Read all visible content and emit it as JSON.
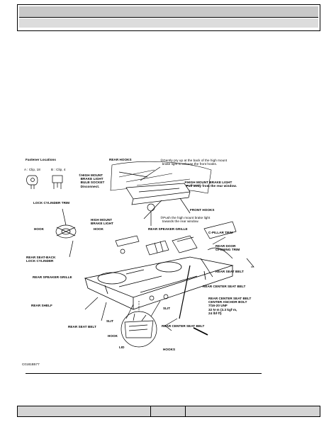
{
  "figure": {
    "fastener_heading": "Fastener Locations",
    "clip_a": "A : Clip, 18",
    "clip_b": "B : Clip, 4",
    "rear_hooks": "REAR HOOKS",
    "step2": "②Gently pry up at the back of the high mount\n  brake light to release the front hooks.",
    "step1": "①HIGH MOUNT\n  BRAKE LIGHT\n  BULB SOCKET\n  Disconnect.",
    "step4": "④HIGH MOUNT BRAKE LIGHT\n  Pull away from the rear window.",
    "step3": "③Push the high mount brake light\n  towards the rear window.",
    "front_hooks": "FRONT HOOKS",
    "lock_cyl_trim": "LOCK CYLINDER TRIM",
    "hook_a": "HOOK",
    "hook_b": "HOOK",
    "hmbl": "HIGH MOUNT\nBRAKE LIGHT",
    "rear_spk_grille_a": "REAR SPEAKER GRILLE",
    "c_pillar": "C-PILLAR TRIM",
    "rear_door_trim": "REAR DOOR\nOPENING TRIM",
    "rear_seat_back": "REAR SEAT-BACK\nLOCK CYLINDER",
    "rear_spk_grille_b": "REAR SPEAKER GRILLE",
    "rear_seat_belt_a": "REAR SEAT BELT",
    "rear_center_belt_a": "REAR CENTER SEAT BELT",
    "anchor_bolt": "REAR CENTER SEAT BELT\nCENTER ANCHOR BOLT\n7/16-20 UNF\n32 N·m (3.3 kgf·m,\n24 lbf·ft)",
    "rear_shelf": "REAR SHELF",
    "slit_a": "SLIT",
    "slit_b": "SLIT",
    "rear_seat_belt_b": "REAR SEAT BELT",
    "hook_c": "HOOK",
    "rear_center_belt_b": "REAR CENTER SEAT BELT",
    "lid": "LID",
    "hooks": "HOOKS",
    "code": "C0181B577"
  }
}
